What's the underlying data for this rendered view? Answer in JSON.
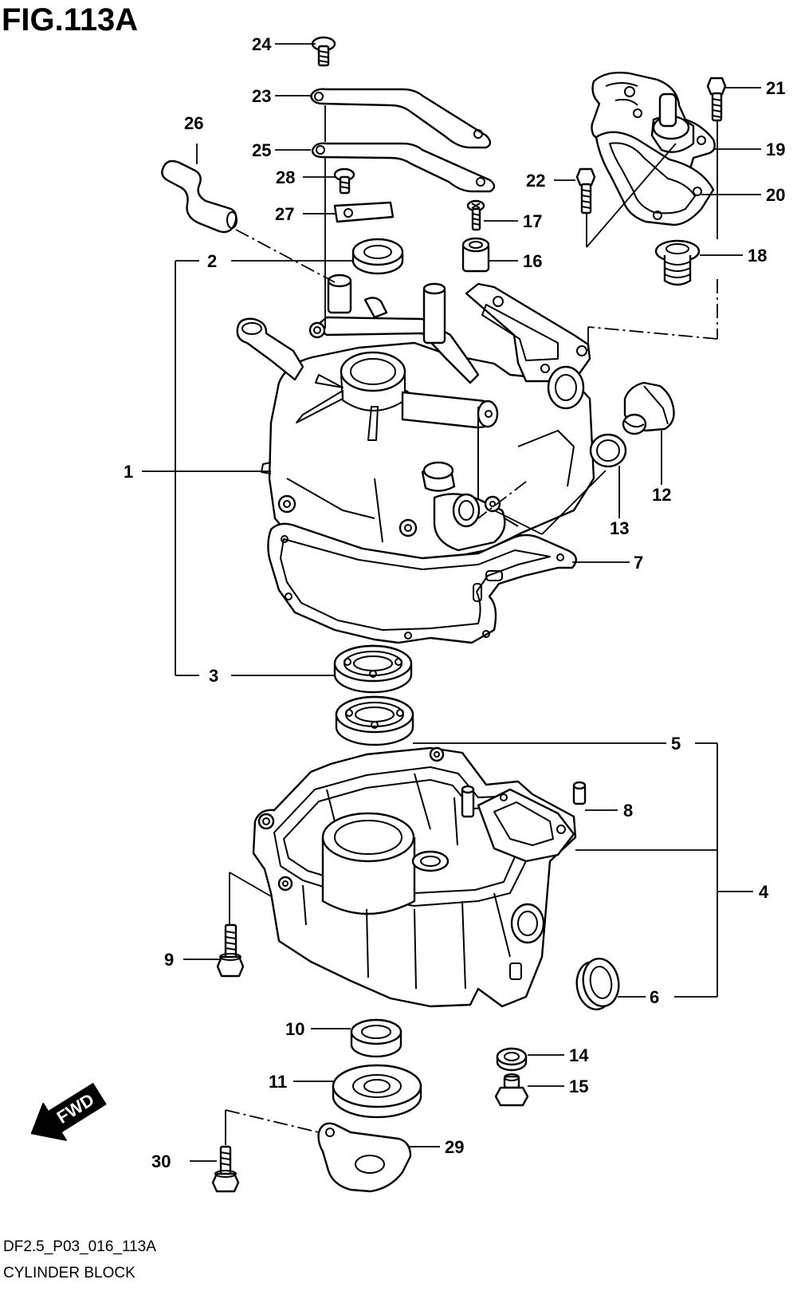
{
  "figure": {
    "title": "FIG.113A",
    "code": "DF2.5_P03_016_113A",
    "name": "CYLINDER BLOCK"
  },
  "direction_badge": {
    "label": "FWD"
  },
  "callouts": [
    "1",
    "2",
    "3",
    "4",
    "5",
    "6",
    "7",
    "8",
    "9",
    "10",
    "11",
    "12",
    "13",
    "14",
    "15",
    "16",
    "17",
    "18",
    "19",
    "20",
    "21",
    "22",
    "23",
    "24",
    "25",
    "26",
    "27",
    "28",
    "29",
    "30"
  ]
}
